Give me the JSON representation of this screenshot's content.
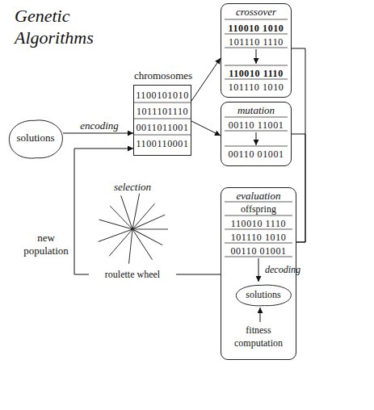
{
  "diagram": {
    "title": "Genetic Algorithms",
    "nodes": [
      {
        "text": [
          "solutions"
        ]
      },
      {
        "text": [
          "chromosomes",
          "1100101010",
          "1011101110",
          "0011011001",
          "1100110001"
        ]
      },
      {
        "text": [
          "crossover",
          "110010 1010",
          "101110 1110",
          "110010 1110",
          "101110 1010"
        ]
      },
      {
        "text": [
          "mutation",
          "00110 11001",
          "00110 01001"
        ]
      },
      {
        "text": [
          "evaluation",
          "offspring",
          "110010 1110",
          "101110 1010",
          "00110 01001",
          "fitness computation"
        ]
      },
      {
        "text": [
          "solutions"
        ],
        "in": 4
      },
      {
        "text": [
          "selection",
          "roulette wheel"
        ]
      }
    ],
    "edges": [
      {
        "from": 0,
        "to": 1,
        "arrow": "to",
        "label": "encoding"
      },
      {
        "from": 1,
        "to": 2,
        "arrow": "to"
      },
      {
        "from": 1,
        "to": 3,
        "arrow": "to"
      },
      {
        "from": 2,
        "to": 4,
        "arrow": "none"
      },
      {
        "from": 3,
        "to": 4,
        "arrow": "none"
      },
      {
        "from": 4,
        "to": 6,
        "arrow": "none"
      },
      {
        "from": 6,
        "to": 1,
        "arrow": "to",
        "label": "new population"
      }
    ],
    "labels": [
      "decoding"
    ]
  }
}
